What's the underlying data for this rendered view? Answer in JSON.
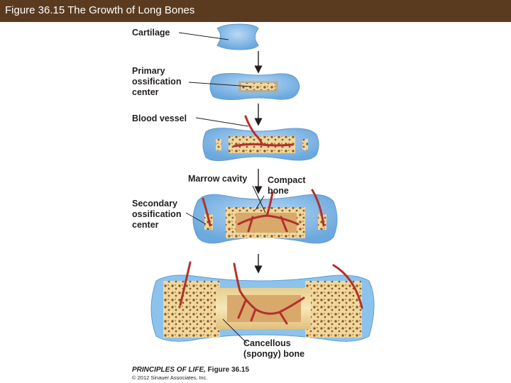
{
  "figure_title": "Figure 36.15  The Growth of Long Bones",
  "labels": {
    "cartilage": "Cartilage",
    "primary_1": "Primary",
    "primary_2": "ossification",
    "primary_3": "center",
    "blood_vessel": "Blood vessel",
    "marrow_cavity": "Marrow cavity",
    "compact_1": "Compact",
    "compact_2": "bone",
    "secondary_1": "Secondary",
    "secondary_2": "ossification",
    "secondary_3": "center",
    "cancellous_1": "Cancellous",
    "cancellous_2": "(spongy) bone"
  },
  "credit": {
    "book": "PRINCIPLES OF LIFE,",
    "figure": " Figure 36.15",
    "copyright": "© 2012 Sinauer Associates, Inc."
  },
  "colors": {
    "title_bar": "#5b3b20",
    "cartilage": "#7fb6e6",
    "bone": "#f2dca3",
    "marrow": "#d9a86b",
    "vessel": "#b3302c"
  }
}
